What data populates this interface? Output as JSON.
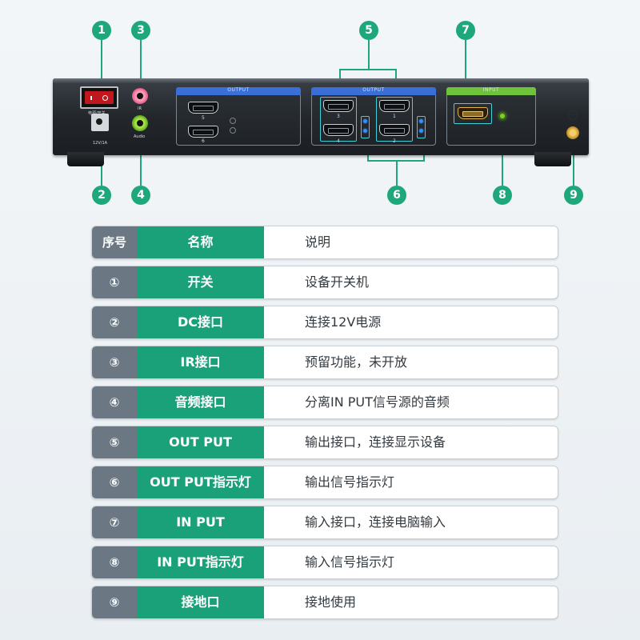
{
  "callouts": [
    "1",
    "2",
    "3",
    "4",
    "5",
    "6",
    "7",
    "8",
    "9"
  ],
  "device": {
    "output_left_label": "OUTPUT",
    "output_right_label": "OUTPUT",
    "input_label": "INPUT",
    "port_numbers": [
      "5",
      "6",
      "3",
      "1",
      "4",
      "2"
    ],
    "switch_label": "电源/开关",
    "dc_label": "12V/1A",
    "ir_label": "IR",
    "audio_label": "Audio",
    "colors": {
      "output_bar": "#3b6fd8",
      "input_bar": "#6fc33b",
      "accent": "#1da77a",
      "highlight": "#3fd0d8"
    },
    "icons": [
      "power-switch-icon",
      "dc-jack-icon",
      "ir-jack-icon",
      "audio-jack-icon",
      "hdmi-port-icon",
      "led-indicator-icon",
      "ground-terminal-icon",
      "ground-symbol-icon"
    ]
  },
  "table": {
    "header": {
      "idx": "序号",
      "name": "名称",
      "desc": "说明"
    },
    "rows": [
      {
        "idx": "①",
        "name": "开关",
        "desc": "设备开关机"
      },
      {
        "idx": "②",
        "name": "DC接口",
        "desc": "连接12V电源"
      },
      {
        "idx": "③",
        "name": "IR接口",
        "desc": "预留功能，未开放"
      },
      {
        "idx": "④",
        "name": "音频接口",
        "desc": "分离IN PUT信号源的音频"
      },
      {
        "idx": "⑤",
        "name": "OUT PUT",
        "desc": "输出接口，连接显示设备"
      },
      {
        "idx": "⑥",
        "name": "OUT PUT指示灯",
        "desc": "输出信号指示灯"
      },
      {
        "idx": "⑦",
        "name": "IN PUT",
        "desc": "输入接口，连接电脑输入"
      },
      {
        "idx": "⑧",
        "name": "IN PUT指示灯",
        "desc": "输入信号指示灯"
      },
      {
        "idx": "⑨",
        "name": "接地口",
        "desc": "接地使用"
      }
    ]
  }
}
